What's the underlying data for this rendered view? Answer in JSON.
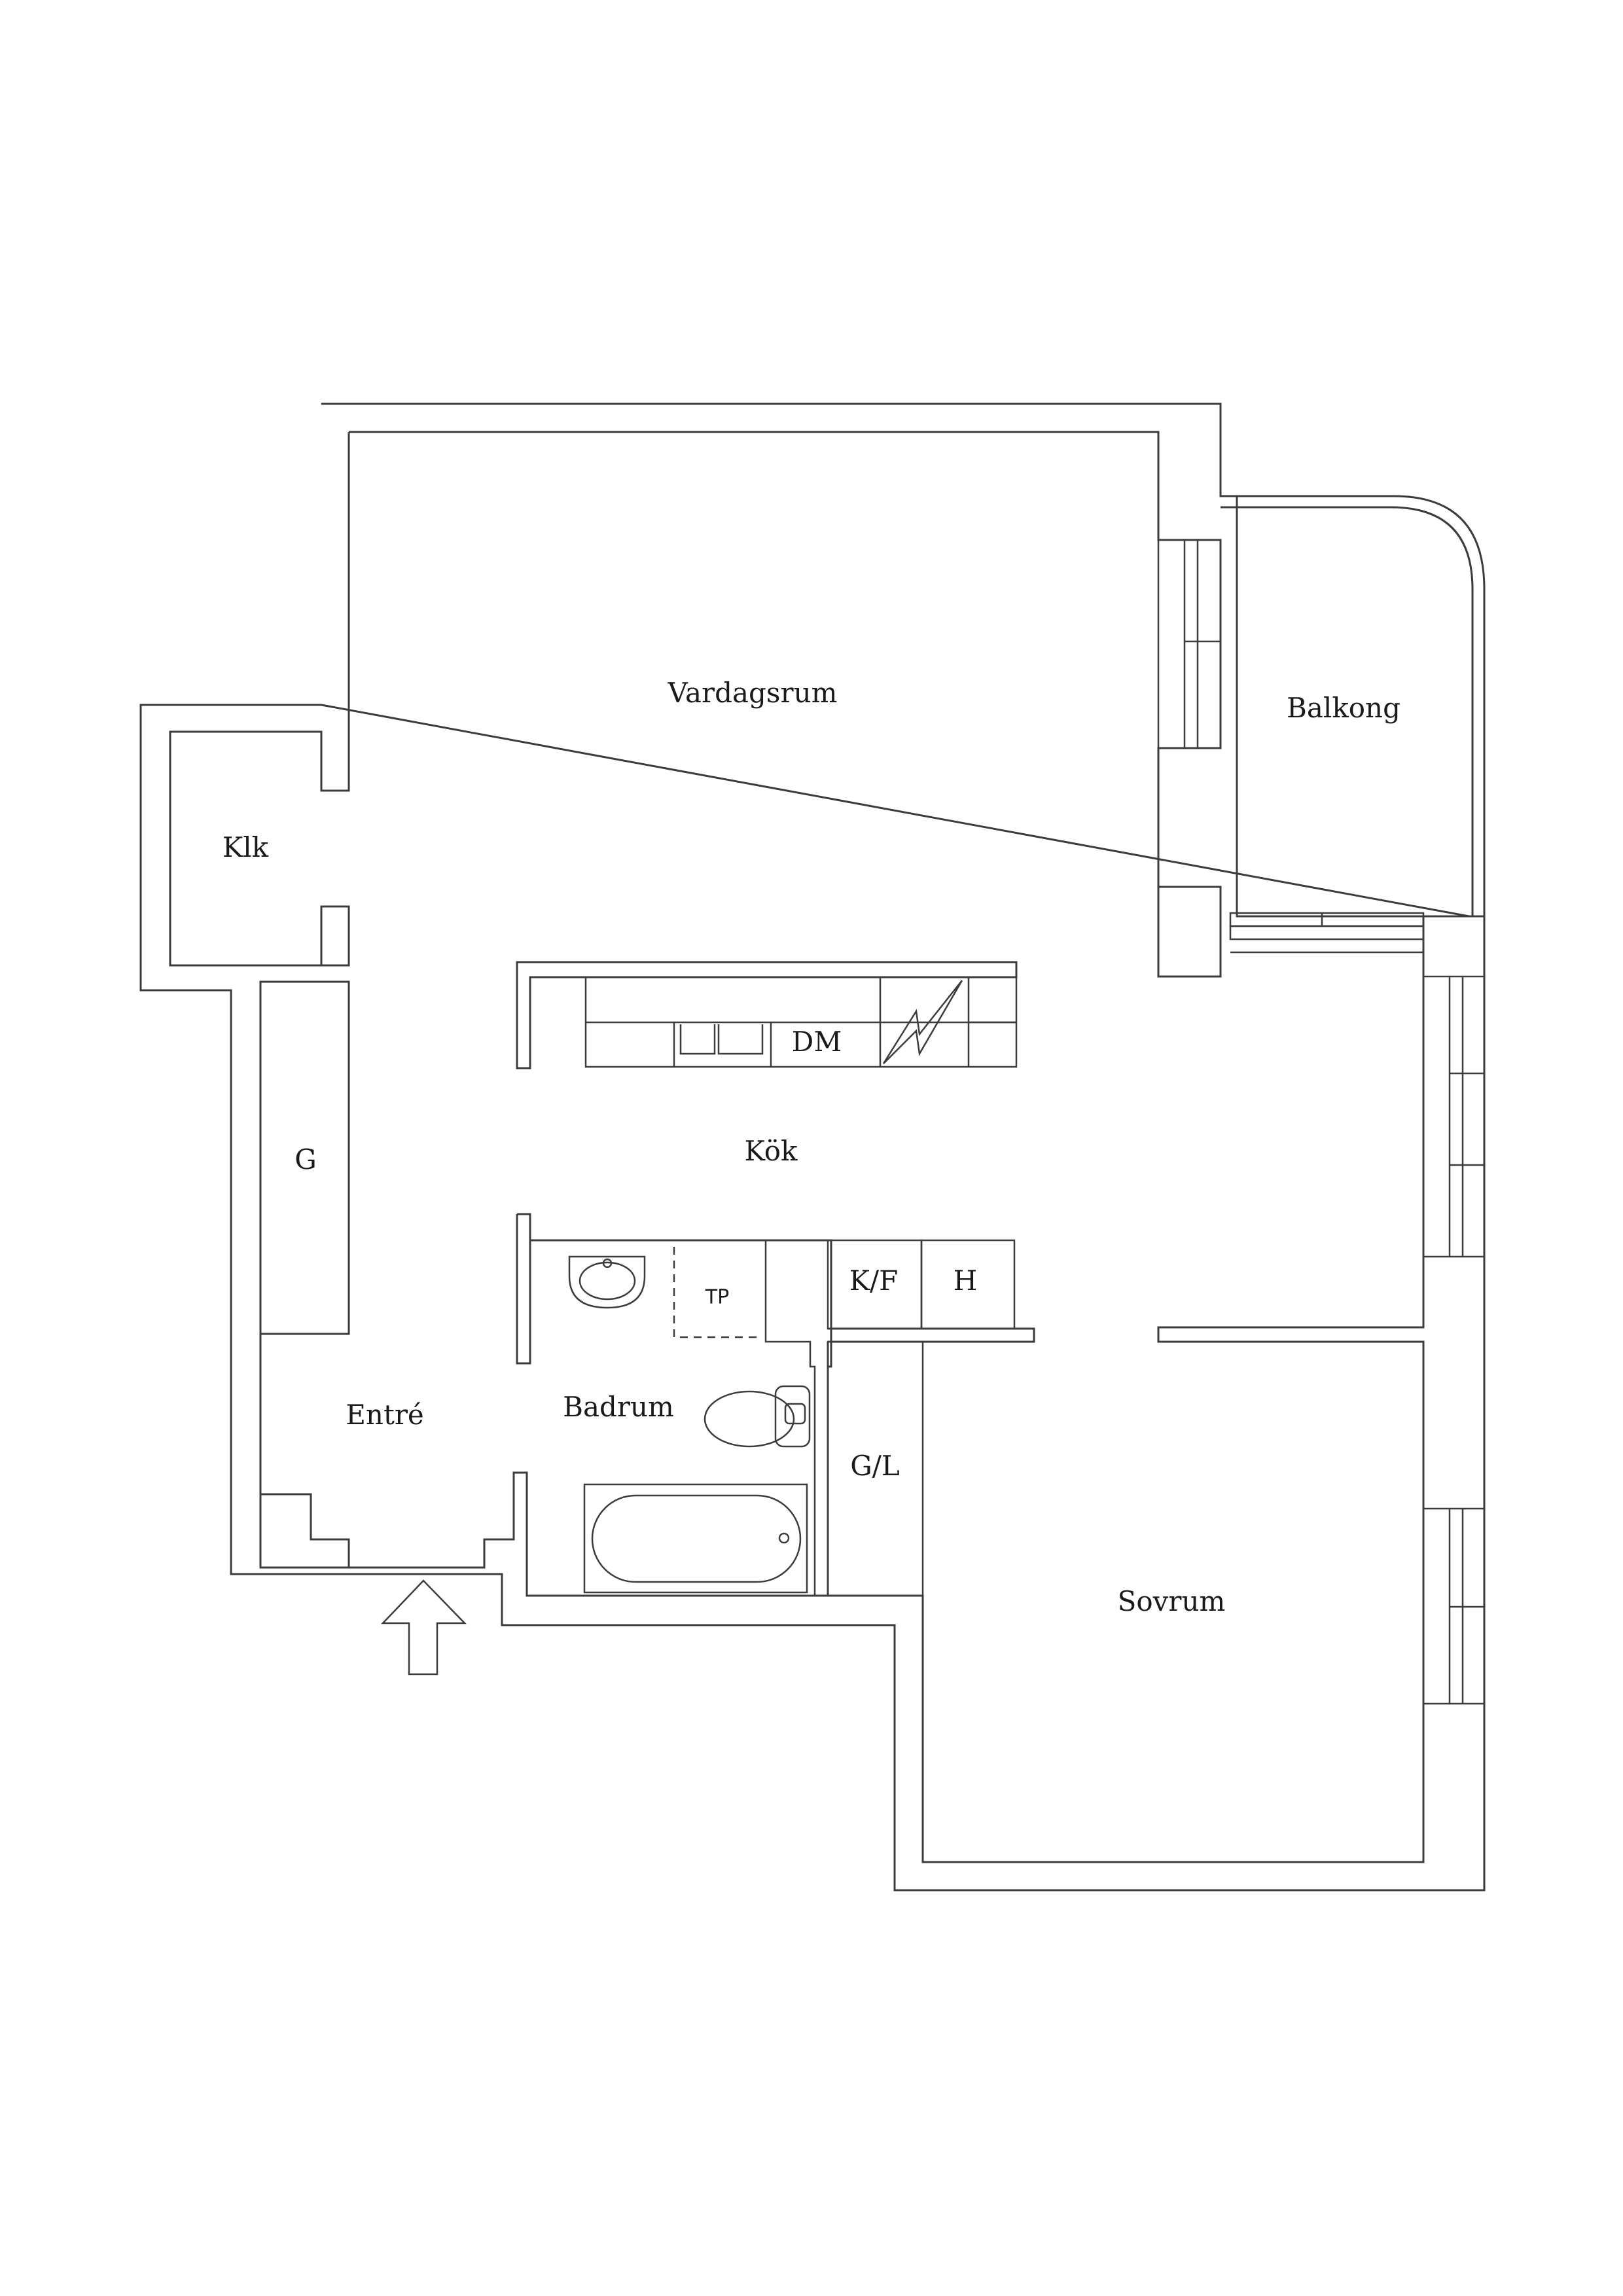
{
  "rooms": {
    "living_room": "Vardagsrum",
    "balcony": "Balkong",
    "closet": "Klk",
    "wardrobe": "G",
    "kitchen": "Kök",
    "dishwasher": "DM",
    "fridge_freezer": "K/F",
    "cabinet": "H",
    "laundry_tumble": "TP",
    "entrance": "Entré",
    "bathroom": "Badrum",
    "wardrobe_linen": "G/L",
    "bedroom": "Sovrum"
  },
  "colors": {
    "line": "#3c3c3c",
    "background": "#ffffff"
  }
}
